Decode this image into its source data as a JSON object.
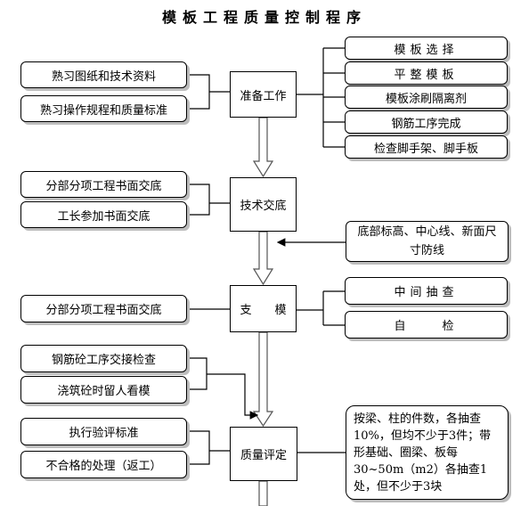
{
  "title": "模板工程质量控制程序",
  "flow": {
    "prep": "准备工作",
    "tech": "技术交底",
    "formwork": "支　　模",
    "quality": "质量评定"
  },
  "prep_left": [
    "熟习图纸和技术资料",
    "熟习操作规程和质量标准"
  ],
  "prep_right": [
    "模板选择",
    "平整模板",
    "模板涂刷隔离剂",
    "钢筋工序完成",
    "检查脚手架、脚手板"
  ],
  "tech_left": [
    "分部分项工程书面交底",
    "工长参加书面交底"
  ],
  "tech_right": "底部标高、中心线、新面尺寸防线",
  "form_left": "分部分项工程书面交底",
  "form_right": [
    "中间抽查",
    "自　　检"
  ],
  "pre_quality_left": [
    "钢筋砼工序交接检查",
    "浇筑砼时留人看模"
  ],
  "quality_left": [
    "执行验评标准",
    "不合格的处理（返工）"
  ],
  "quality_note": "按梁、柱的件数，各抽查10%，但均不少于3件；带形基础、圈梁、板每30~50m（m2）各抽查1处，但不少于3块"
}
